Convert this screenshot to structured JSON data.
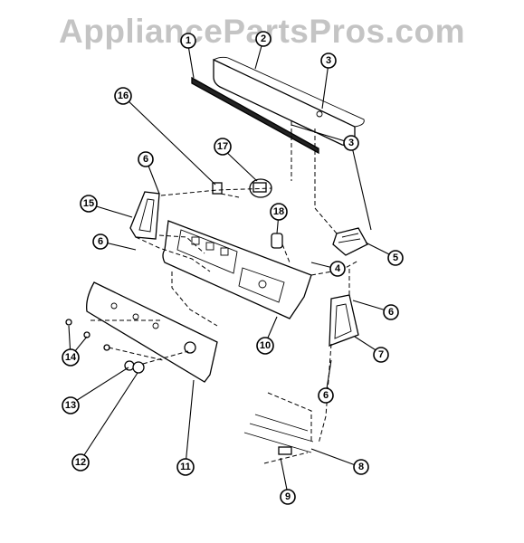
{
  "watermark": "AppliancePartsPros.com",
  "callouts": [
    {
      "label": "1"
    },
    {
      "label": "2"
    },
    {
      "label": "3"
    },
    {
      "label": "3"
    },
    {
      "label": "16"
    },
    {
      "label": "17"
    },
    {
      "label": "6"
    },
    {
      "label": "15"
    },
    {
      "label": "18"
    },
    {
      "label": "6"
    },
    {
      "label": "4"
    },
    {
      "label": "5"
    },
    {
      "label": "6"
    },
    {
      "label": "7"
    },
    {
      "label": "10"
    },
    {
      "label": "14"
    },
    {
      "label": "6"
    },
    {
      "label": "13"
    },
    {
      "label": "8"
    },
    {
      "label": "12"
    },
    {
      "label": "11"
    },
    {
      "label": "9"
    }
  ]
}
